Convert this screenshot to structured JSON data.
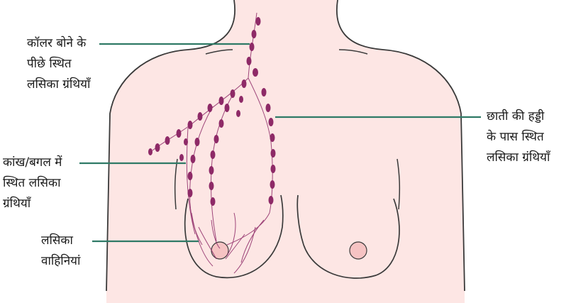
{
  "labels": {
    "collarbone": [
      "कॉलर बोने के",
      "पीछे स्थित",
      "लसिका ग्रंथियाँ"
    ],
    "breastbone": [
      "छाती की हड्डी",
      "के पास स्थित",
      "लसिका ग्रंथियाँ"
    ],
    "armpit": [
      "कांख/बगल में",
      "स्थित लसिका",
      "ग्रंथियाँ"
    ],
    "vessels": [
      "लसिका",
      "वाहिनियां"
    ]
  },
  "colors": {
    "skin": "#fde6e4",
    "outline": "#3a3a3a",
    "node": "#8e2a67",
    "vessel": "#8e2a67",
    "leader": "#2f7a66",
    "nipple": "#f6c3c3"
  }
}
